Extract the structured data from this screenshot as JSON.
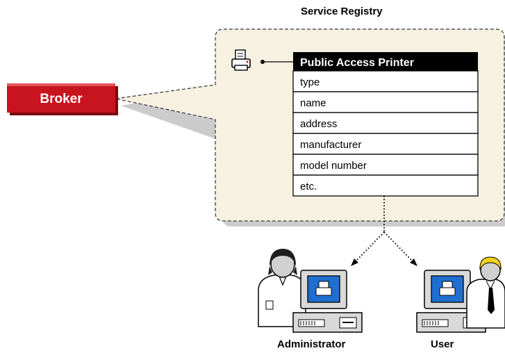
{
  "title": "Service Registry",
  "broker": {
    "label": "Broker",
    "color": "#c8141e"
  },
  "registry": {
    "header": "Public Access Printer",
    "fields": [
      "type",
      "name",
      "address",
      "manufacturer",
      "model number",
      "etc."
    ],
    "panel_color": "#f7f1e2"
  },
  "roles": {
    "administrator": "Administrator",
    "user": "User"
  },
  "icons": [
    "printer-icon",
    "computer-icon",
    "person-icon"
  ]
}
